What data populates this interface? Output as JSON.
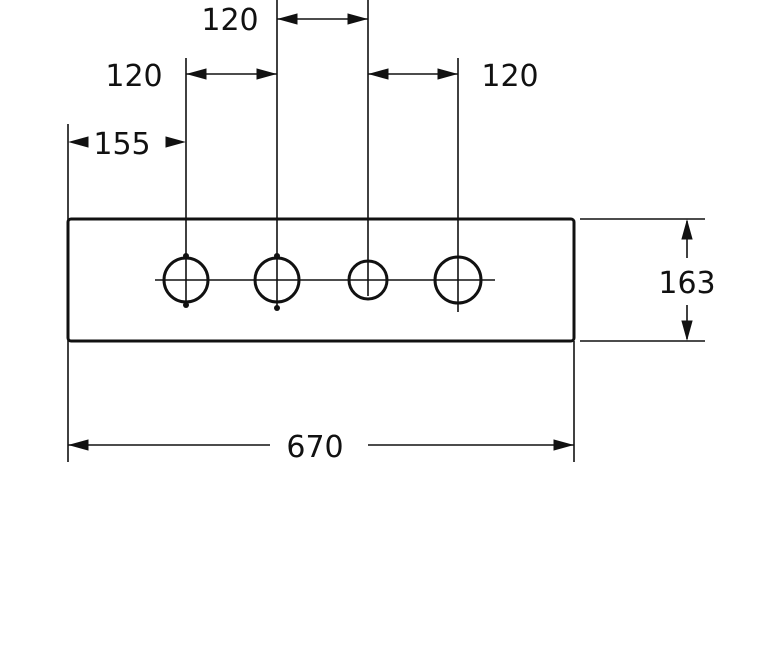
{
  "dimensions": {
    "spacing_top": "120",
    "spacing_left": "120",
    "spacing_right": "120",
    "offset_left": "155",
    "height": "163",
    "width": "670"
  },
  "holes": [
    {
      "kind": "large"
    },
    {
      "kind": "large"
    },
    {
      "kind": "small"
    },
    {
      "kind": "large"
    }
  ],
  "colors": {
    "ink": "#111111",
    "background": "#ffffff"
  }
}
